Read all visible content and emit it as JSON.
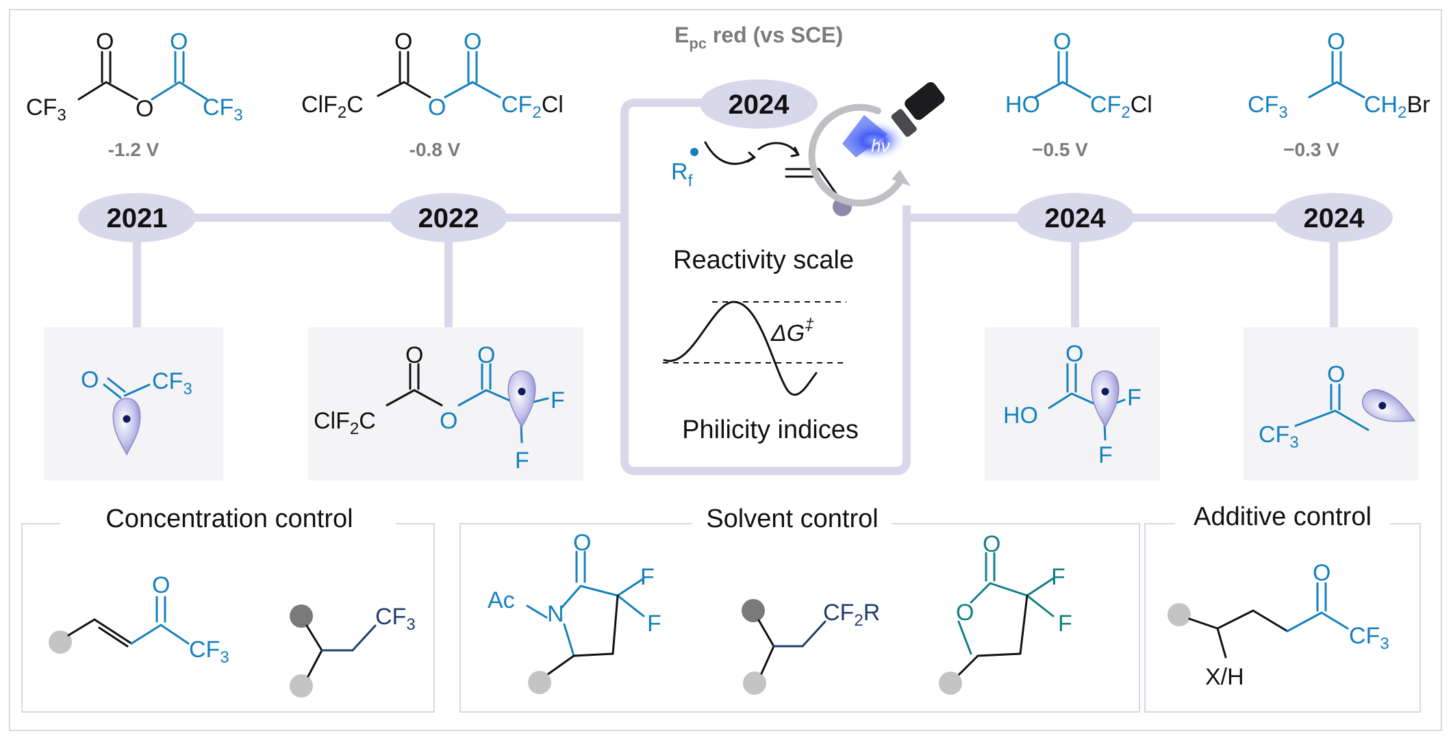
{
  "title": "E",
  "title_sub": "pc",
  "title_rest": " red (vs SCE)",
  "timeline": {
    "y2021": "2021",
    "y2022": "2022",
    "y2024_center": "2024",
    "y2024_a": "2024",
    "y2024_b": "2024"
  },
  "potentials": {
    "p1": "-1.2 V",
    "p2": "-0.8 V",
    "p3": "−0.5 V",
    "p4": "−0.3 V"
  },
  "center_panel": {
    "rf": "R",
    "rf_sub": "f",
    "reactivity": "Reactivity scale",
    "delta_g": "ΔG",
    "dagger": "‡",
    "philicity": "Philicity indices",
    "hv": "hν"
  },
  "sections": {
    "concentration": "Concentration control",
    "solvent": "Solvent control",
    "additive": "Additive control"
  },
  "atoms": {
    "o": "O",
    "cf": "CF",
    "three": "3",
    "two": "2",
    "clf": "ClF",
    "c": "C",
    "cl": "Cl",
    "ho": "HO",
    "ch": "CH",
    "br": "Br",
    "f": "F",
    "ac": "Ac",
    "n": "N",
    "r": "R",
    "xh": "X/H"
  },
  "colors": {
    "blue": "#1480bd",
    "navy": "#1f3d6e",
    "teal": "#127f84",
    "lavender": "#d8d8ea"
  }
}
